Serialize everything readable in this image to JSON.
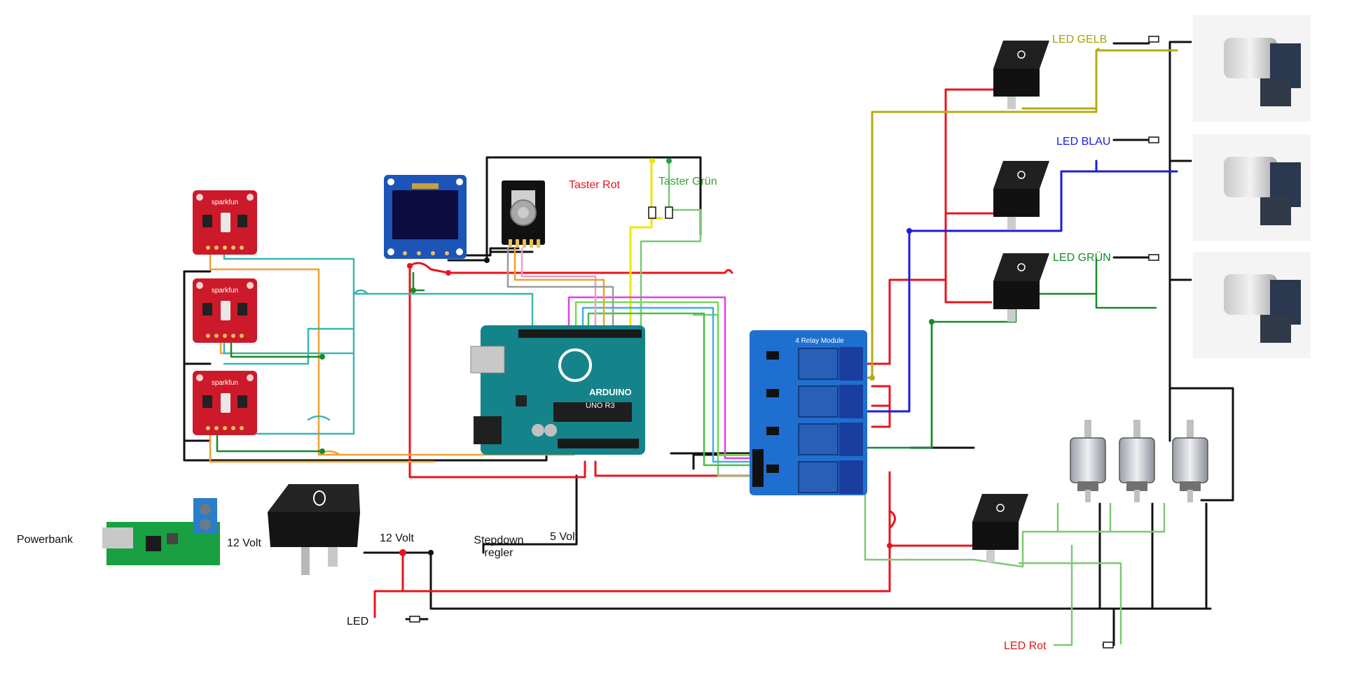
{
  "labels": {
    "powerbank": "Powerbank",
    "volt12_a": "12 Volt",
    "volt12_b": "12 Volt",
    "stepdown_line1": "Stepdown",
    "stepdown_line2": "regler",
    "volt5": "5 Volt",
    "led": "LED",
    "led_rot": "LED Rot",
    "taster_rot": "Taster Rot",
    "taster_gruen": "Taster Grün",
    "led_gelb": "LED GELB",
    "led_blau": "LED BLAU",
    "led_gruen": "LED GRÜN",
    "brand": "sparkfun",
    "relay_title": "4 Relay Module",
    "arduino_name": "ARDUINO",
    "arduino_model": "UNO R3"
  },
  "colors": {
    "wire_red": "#e8141b",
    "wire_black": "#111111",
    "wire_orange": "#f0a030",
    "wire_teal": "#3bb6b0",
    "wire_green": "#22a34a",
    "wire_lightgreen": "#7cc873",
    "wire_yellow": "#f2e600",
    "wire_olive": "#b5ab12",
    "wire_blue": "#1c1ce0",
    "wire_magenta": "#e040e8",
    "wire_cyan": "#3ab0e8",
    "wire_pink": "#e8a0c8",
    "label_red": "#e8141b",
    "label_green": "#3aa33a",
    "label_olive": "#a8a010",
    "label_blue": "#1c1ce0",
    "label_darkgreen": "#158a2a",
    "sensor_board": "#cc1a2a",
    "arduino_board": "#15838a",
    "relay_board": "#1f6fd0",
    "oled_board": "#1c54b8"
  },
  "icons": {
    "pump": "pump-motor-icon",
    "valve": "solenoid-valve-icon",
    "switch": "rocker-switch-icon",
    "resistor": "resistor-icon"
  }
}
